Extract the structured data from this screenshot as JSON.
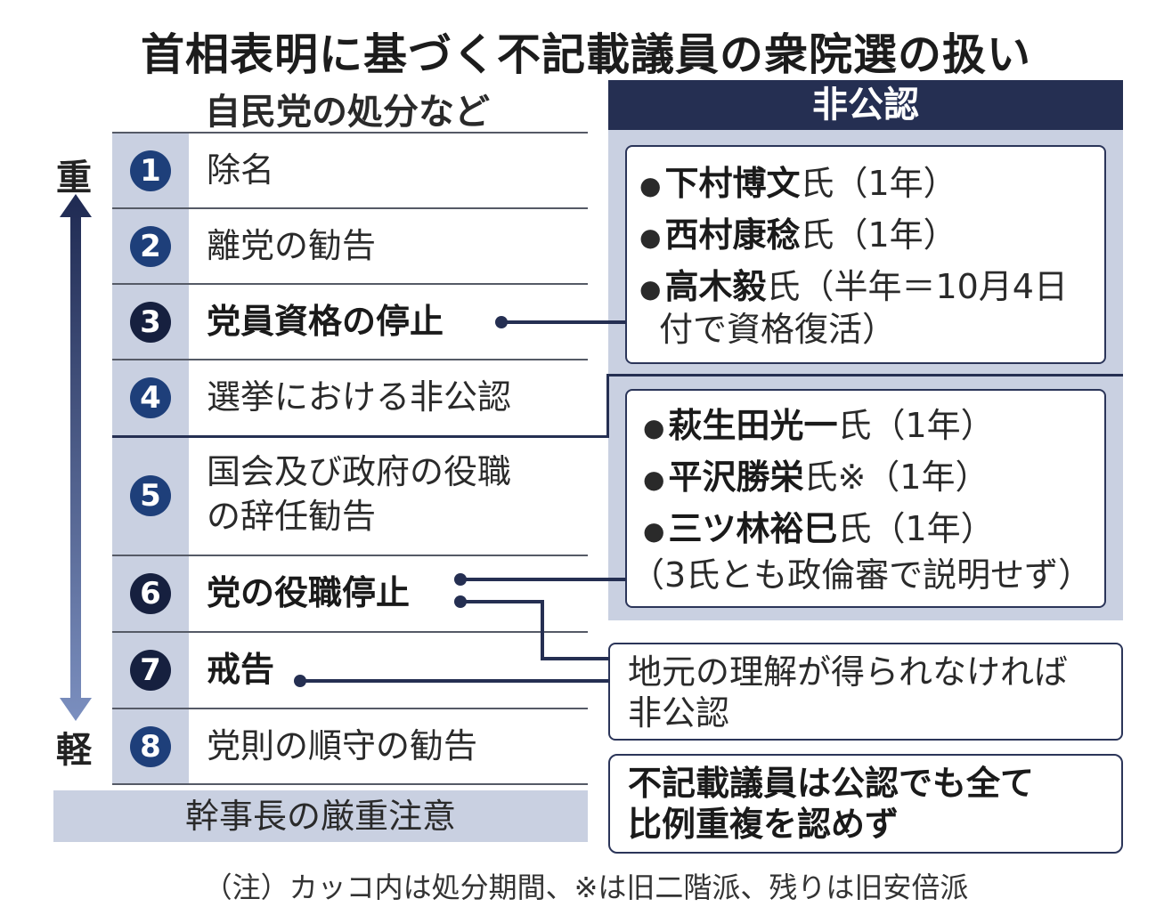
{
  "title": "首相表明に基づく不記載議員の衆院選の扱い",
  "subtitle": "自民党の処分など",
  "axis": {
    "heavy": "重",
    "light": "軽"
  },
  "rows": [
    {
      "num": "1",
      "label": "除名",
      "bold": false
    },
    {
      "num": "2",
      "label": "離党の勧告",
      "bold": false
    },
    {
      "num": "3",
      "label": "党員資格の停止",
      "bold": true
    },
    {
      "num": "4",
      "label": "選挙における非公認",
      "bold": false
    },
    {
      "num": "5",
      "label": "国会及び政府の役職",
      "label2": "の辞任勧告",
      "bold": false
    },
    {
      "num": "6",
      "label": "党の役職停止",
      "bold": true
    },
    {
      "num": "7",
      "label": "戒告",
      "bold": true
    },
    {
      "num": "8",
      "label": "党則の順守の勧告",
      "bold": false
    }
  ],
  "notice": "幹事長の厳重注意",
  "panel": {
    "header": "非公認",
    "group1": [
      {
        "name": "下村博文",
        "suffix": "氏（1年）"
      },
      {
        "name": "西村康稔",
        "suffix": "氏（1年）"
      },
      {
        "name": "高木毅",
        "suffix": "氏（半年＝10月4日",
        "cont": "付で資格復活）"
      }
    ],
    "group2": [
      {
        "name": "萩生田光一",
        "suffix": "氏（1年）"
      },
      {
        "name": "平沢勝栄",
        "suffix": "氏※（1年）"
      },
      {
        "name": "三ツ林裕巳",
        "suffix": "氏（1年）"
      }
    ],
    "group2_note": "（3氏とも政倫審で説明せず）"
  },
  "conditional": {
    "line1": "地元の理解が得られなければ",
    "line2": "非公認"
  },
  "no_dup": {
    "line1": "不記載議員は公認でも全て",
    "line2": "比例重複を認めず"
  },
  "footnote": "（注）カッコ内は処分期間、※は旧二階派、残りは旧安倍派",
  "colors": {
    "navy": "#252f52",
    "panel": "#c9d0e1",
    "badge": "#1e3f7a"
  }
}
